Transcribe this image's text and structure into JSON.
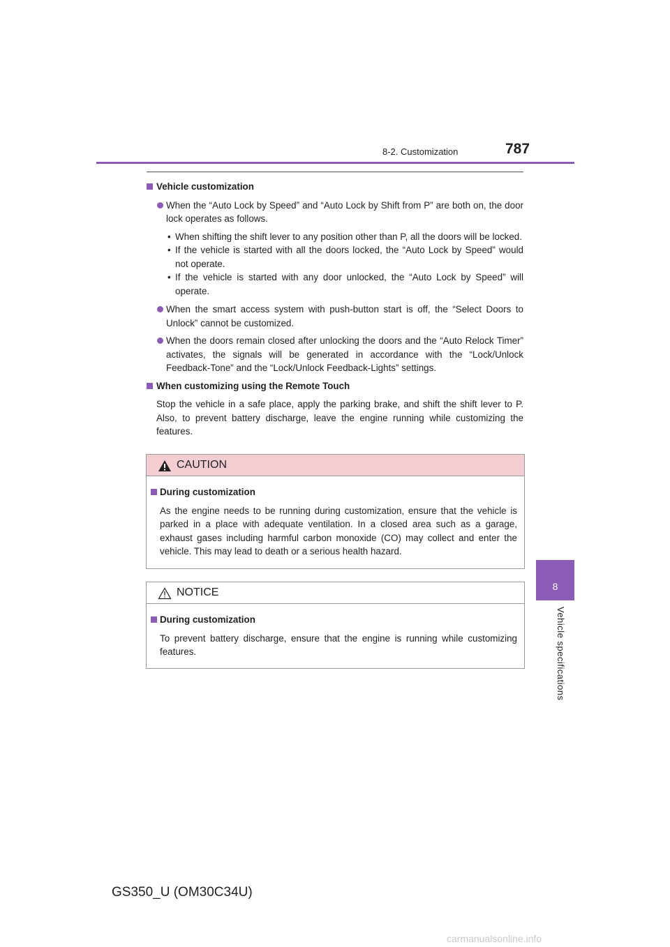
{
  "header": {
    "section": "8-2. Customization",
    "page_number": "787"
  },
  "side_tab": {
    "chapter_number": "8",
    "chapter_title": "Vehicle specifications"
  },
  "content": {
    "section1": {
      "heading": "Vehicle customization",
      "bullet1": "When the “Auto Lock by Speed” and “Auto Lock by Shift from P” are both on, the door lock operates as follows.",
      "sub_items": [
        "When shifting the shift lever to any position other than P, all the doors will be locked.",
        "If the vehicle is started with all the doors locked, the “Auto Lock by Speed” would not operate.",
        "If the vehicle is started with any door unlocked, the “Auto Lock by Speed” will operate."
      ],
      "bullet2": "When the smart access system with push-button start is off, the “Select Doors to Unlock” cannot be customized.",
      "bullet3": "When the doors remain closed after unlocking the doors and the “Auto Relock Timer” activates, the signals will be generated in accordance with the “Lock/Unlock Feedback-Tone” and the “Lock/Unlock Feedback-Lights” settings."
    },
    "section2": {
      "heading": "When customizing using the Remote Touch",
      "text": "Stop the vehicle in a safe place, apply the parking brake, and shift the shift lever to P. Also, to prevent battery discharge, leave the engine running while customizing the features."
    }
  },
  "caution": {
    "title": "CAUTION",
    "heading": "During customization",
    "text": "As the engine needs to be running during customization, ensure that the vehicle is parked in a place with adequate ventilation. In a closed area such as a garage, exhaust gases including harmful carbon monoxide (CO) may collect and enter the vehicle. This may lead to death or a serious health hazard."
  },
  "notice": {
    "title": "NOTICE",
    "heading": "During customization",
    "text": "To prevent battery discharge, ensure that the engine is running while customizing features."
  },
  "footer": {
    "model_code": "GS350_U (OM30C34U)"
  },
  "watermark": "carmanualsonline.info",
  "colors": {
    "accent": "#8a5cb5",
    "caution_header": "#f2cdd1",
    "warning_icon": "#231f20"
  },
  "icons": {
    "caution": "warning-triangle-icon",
    "notice": "warning-triangle-outline-icon"
  }
}
